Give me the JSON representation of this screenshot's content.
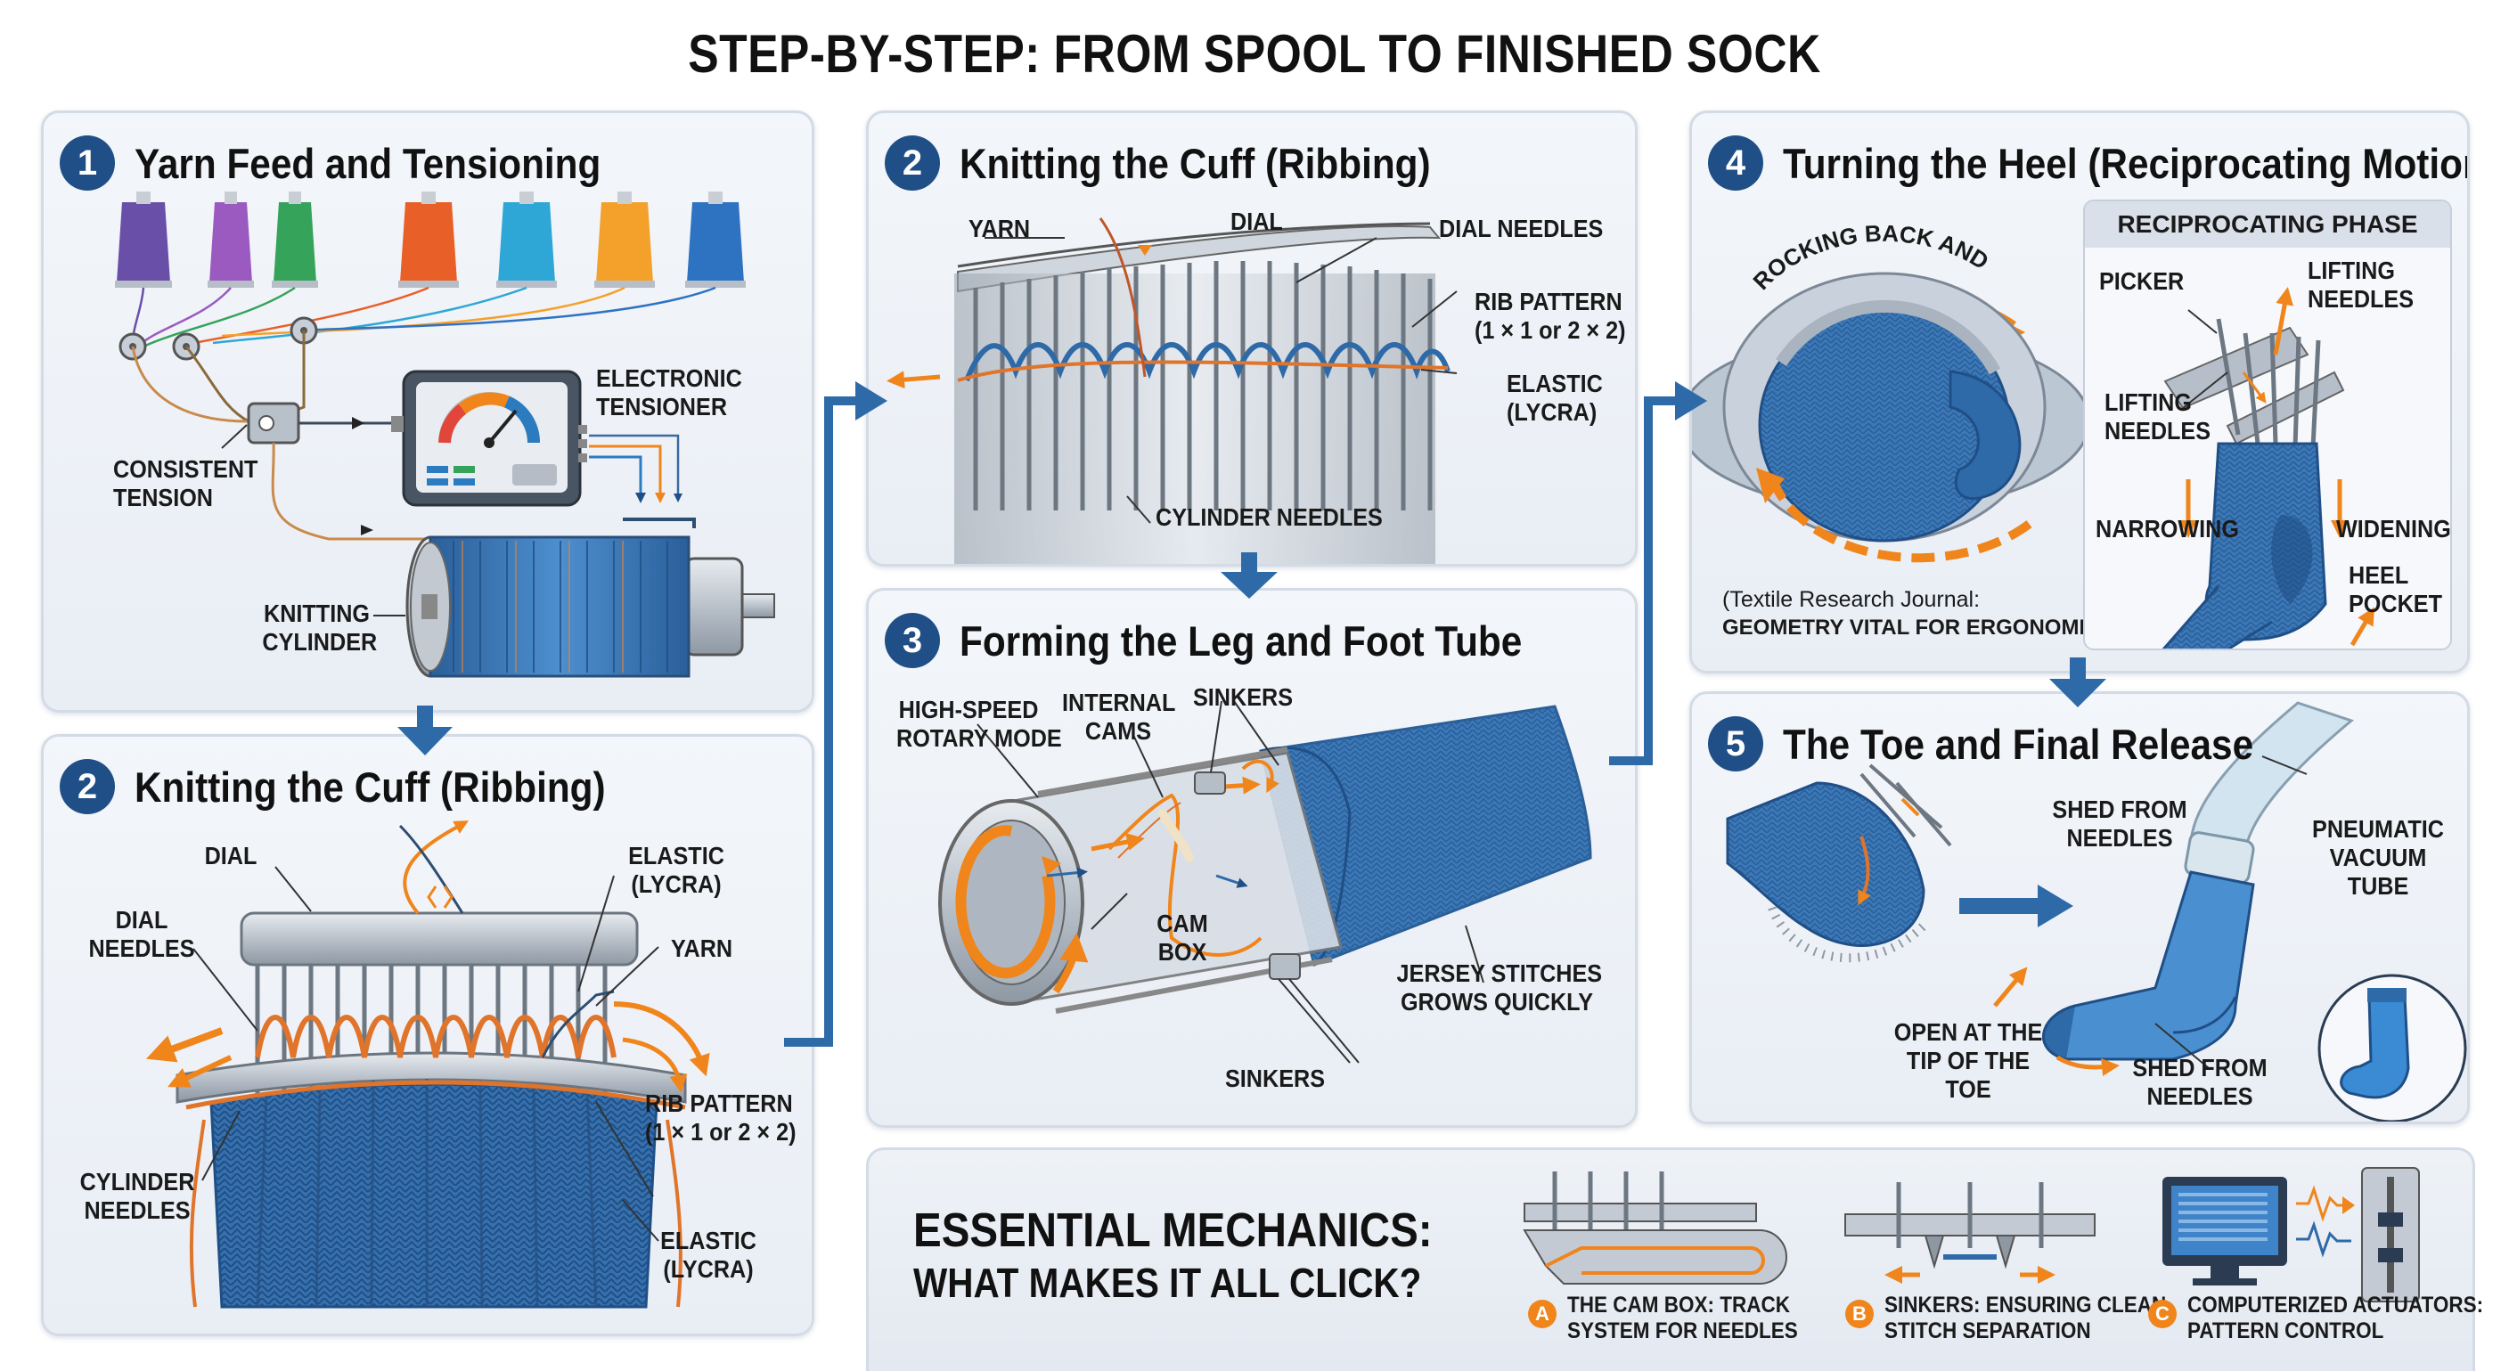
{
  "title": "STEP-BY-STEP: FROM SPOOL TO FINISHED SOCK",
  "colors": {
    "accent_blue": "#1f4f86",
    "yarn_blue": "#3a7fc0",
    "orange": "#f0851b",
    "panel_bg": "#eef2f7"
  },
  "panels": {
    "p1": {
      "number": "1",
      "title": "Yarn Feed and Tensioning",
      "labels": {
        "electronic_tensioner": "ELECTRONIC\nTENSIONER",
        "consistent_tension": "CONSISTENT\nTENSION",
        "knitting_cylinder": "KNITTING\nCYLINDER"
      }
    },
    "p2a": {
      "number": "2",
      "title": "Knitting the Cuff (Ribbing)",
      "labels": {
        "dial": "DIAL",
        "dial_needles": "DIAL\nNEEDLES",
        "elastic": "ELASTIC\n(LYCRA)",
        "yarn": "YARN",
        "rib_pattern": "RIB PATTERN\n(1 × 1 or 2 × 2)",
        "cylinder_needles": "CYLINDER\nNEEDLES",
        "elastic2": "ELASTIC\n(LYCRA)"
      }
    },
    "p2b": {
      "number": "2",
      "title": "Knitting the Cuff (Ribbing)",
      "labels": {
        "yarn": "YARN",
        "dial": "DIAL",
        "dial_needles": "DIAL NEEDLES",
        "rib_pattern": "RIB PATTERN\n(1 × 1 or 2 × 2)",
        "elastic": "ELASTIC\n(LYCRA)",
        "cylinder_needles": "CYLINDER NEEDLES"
      }
    },
    "p3": {
      "number": "3",
      "title": "Forming the Leg and Foot Tube",
      "labels": {
        "high_speed": "HIGH-SPEED\nROTARY MODE",
        "internal_cams": "INTERNAL\nCAMS",
        "sinkers_top": "SINKERS",
        "cam_box": "CAM\nBOX",
        "jersey": "JERSEY STITCHES\nGROWS QUICKLY",
        "sinkers_bottom": "SINKERS"
      }
    },
    "p4": {
      "number": "4",
      "title": "Turning the Heel (Reciprocating Motion)",
      "arc_text": "ROCKING BACK AND FORTH",
      "citation_line1": "(Textile Research Journal:",
      "citation_line2": "GEOMETRY VITAL FOR ERGONOMICS)",
      "side_header": "RECIPROCATING PHASE",
      "labels": {
        "picker": "PICKER",
        "lifting_needles_top": "LIFTING\nNEEDLES",
        "lifting_needles_left": "LIFTING\nNEEDLES",
        "narrowing": "NARROWING",
        "widening": "WIDENING",
        "heel_pocket": "HEEL\nPOCKET"
      }
    },
    "p5": {
      "number": "5",
      "title": "The Toe and Final Release",
      "labels": {
        "shed_top": "SHED FROM\nNEEDLES",
        "pneumatic": "PNEUMATIC\nVACUUM\nTUBE",
        "open_tip": "OPEN AT THE\nTIP OF THE\nTOE",
        "shed_bottom": "SHED FROM\nNEEDLES"
      }
    }
  },
  "mechanics": {
    "title_line1": "ESSENTIAL MECHANICS:",
    "title_line2": "WHAT MAKES IT ALL CLICK?",
    "items": [
      {
        "letter": "A",
        "text": "THE CAM BOX: TRACK\nSYSTEM FOR NEEDLES"
      },
      {
        "letter": "B",
        "text": "SINKERS: ENSURING CLEAN\nSTITCH SEPARATION"
      },
      {
        "letter": "C",
        "text": "COMPUTERIZED ACTUATORS:\nPATTERN CONTROL"
      }
    ]
  }
}
